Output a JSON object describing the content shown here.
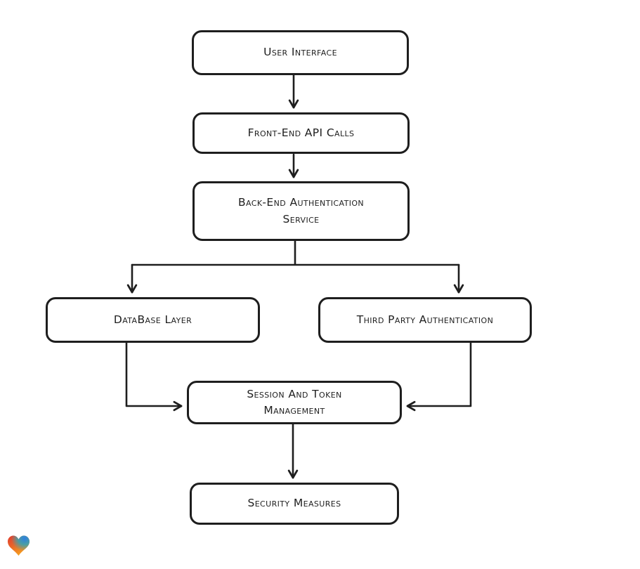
{
  "diagram": {
    "type": "flowchart",
    "background_color": "#ffffff",
    "stroke_color": "#1e1e1e",
    "node_fill_color": "#ffffff",
    "nodes": [
      {
        "id": "user-interface",
        "label": "User Interface"
      },
      {
        "id": "front-end-api-calls",
        "label": "Front-End API Calls"
      },
      {
        "id": "back-end-authentication-service",
        "label": "Back-End Authentication Service"
      },
      {
        "id": "database-layer",
        "label": "DataBase Layer"
      },
      {
        "id": "third-party-authentication",
        "label": "Third Party Authentication"
      },
      {
        "id": "session-and-token-management",
        "label": "Session And Token Management"
      },
      {
        "id": "security-measures",
        "label": "Security Measures"
      }
    ],
    "edges": [
      {
        "from": "user-interface",
        "to": "front-end-api-calls",
        "arrow": "down"
      },
      {
        "from": "front-end-api-calls",
        "to": "back-end-authentication-service",
        "arrow": "down"
      },
      {
        "from": "back-end-authentication-service",
        "to": "database-layer",
        "arrow": "down"
      },
      {
        "from": "back-end-authentication-service",
        "to": "third-party-authentication",
        "arrow": "down"
      },
      {
        "from": "database-layer",
        "to": "session-and-token-management",
        "arrow": "right"
      },
      {
        "from": "third-party-authentication",
        "to": "session-and-token-management",
        "arrow": "left"
      },
      {
        "from": "session-and-token-management",
        "to": "security-measures",
        "arrow": "down"
      }
    ],
    "logo": {
      "name": "gradient-heart-logo",
      "colors": {
        "red": "#e23b2e",
        "blue": "#2f7fe0",
        "teal": "#2fa6b7",
        "orange": "#f6a21f"
      }
    }
  }
}
